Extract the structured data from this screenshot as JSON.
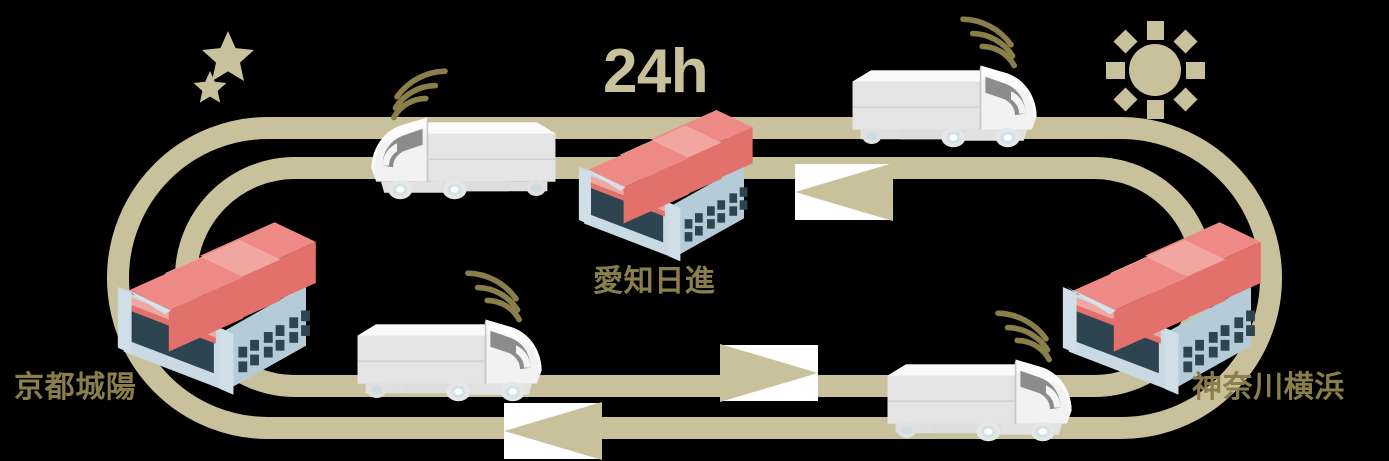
{
  "diagram": {
    "title": "24h",
    "track_color": "#C9C19B",
    "label_color": "#8A7F4A",
    "accent_color": "#C9C19B",
    "roof_color_light": "#EE8A85",
    "roof_color_dark": "#E2706B",
    "wall_color": "#B6CBD8",
    "wall_shadow_color": "#9FB6C6",
    "window_color": "#2E4450",
    "truck_body_color": "#EFEFEF",
    "truck_shadow_color": "#CFCFCF",
    "background_color": "#000000"
  },
  "hubs": [
    {
      "id": "kyoto",
      "label": "京都城陽",
      "position": "left"
    },
    {
      "id": "aichi",
      "label": "愛知日進",
      "position": "center"
    },
    {
      "id": "kanagawa",
      "label": "神奈川横浜",
      "position": "right"
    }
  ],
  "headline": {
    "text": "24h"
  },
  "icons": [
    {
      "id": "moon",
      "name": "crescent-moon-and-stars-icon",
      "position": "top-left"
    },
    {
      "id": "sun",
      "name": "sun-icon",
      "position": "top-right"
    }
  ],
  "arrows": [
    {
      "id": "arrow-top-right",
      "direction": "left",
      "track": "outer-top"
    },
    {
      "id": "arrow-bottom-inner",
      "direction": "right",
      "track": "inner-bottom"
    },
    {
      "id": "arrow-bottom-outer",
      "direction": "left",
      "track": "outer-bottom"
    }
  ],
  "trucks": [
    {
      "id": "truck-top-left",
      "facing": "left",
      "signal": true
    },
    {
      "id": "truck-top-right",
      "facing": "right",
      "signal": true
    },
    {
      "id": "truck-bottom-left",
      "facing": "right",
      "signal": true
    },
    {
      "id": "truck-bottom-right",
      "facing": "right",
      "signal": true
    }
  ],
  "tracks": [
    {
      "id": "outer-loop",
      "shape": "rounded-rectangle"
    },
    {
      "id": "inner-loop",
      "shape": "rounded-rectangle"
    }
  ]
}
